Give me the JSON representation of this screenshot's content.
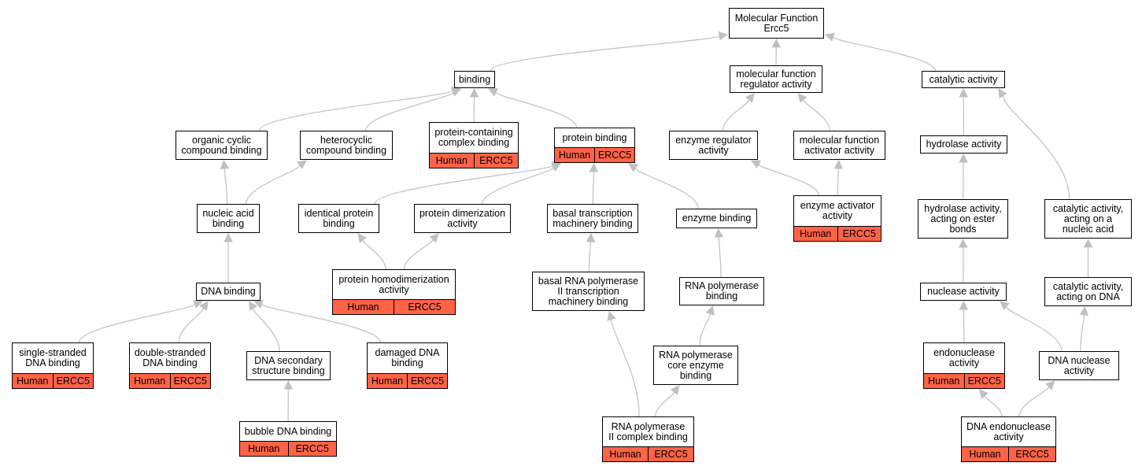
{
  "graph": {
    "annotation_color": "#ff6347",
    "edge_color": "#c0c0c0",
    "nodes": [
      {
        "id": "mf",
        "label": "Molecular Function\nErcc5"
      },
      {
        "id": "binding",
        "label": "binding"
      },
      {
        "id": "mfreg",
        "label": "molecular function\nregulator activity"
      },
      {
        "id": "catalytic",
        "label": "catalytic activity"
      },
      {
        "id": "ocb",
        "label": "organic cyclic\ncompound binding"
      },
      {
        "id": "hcb",
        "label": "heterocyclic\ncompound binding"
      },
      {
        "id": "pccb",
        "label": "protein-containing\ncomplex binding",
        "annotation": [
          "Human",
          "ERCC5"
        ]
      },
      {
        "id": "pb",
        "label": "protein binding",
        "annotation": [
          "Human",
          "ERCC5"
        ]
      },
      {
        "id": "era",
        "label": "enzyme regulator\nactivity"
      },
      {
        "id": "mfaa",
        "label": "molecular function\nactivator activity"
      },
      {
        "id": "hydro",
        "label": "hydrolase activity"
      },
      {
        "id": "nab",
        "label": "nucleic acid\nbinding"
      },
      {
        "id": "ipb",
        "label": "identical protein\nbinding"
      },
      {
        "id": "pda",
        "label": "protein dimerization\nactivity"
      },
      {
        "id": "btmb",
        "label": "basal transcription\nmachinery binding"
      },
      {
        "id": "eb",
        "label": "enzyme binding"
      },
      {
        "id": "eaa",
        "label": "enzyme activator\nactivity",
        "annotation": [
          "Human",
          "ERCC5"
        ]
      },
      {
        "id": "haeb",
        "label": "hydrolase activity,\nacting on ester\nbonds"
      },
      {
        "id": "cana",
        "label": "catalytic activity,\nacting on a\nnucleic acid"
      },
      {
        "id": "dnab",
        "label": "DNA binding"
      },
      {
        "id": "phda",
        "label": "protein homodimerization\nactivity",
        "annotation": [
          "Human",
          "ERCC5"
        ]
      },
      {
        "id": "brnap",
        "label": "basal RNA polymerase\nII transcription\nmachinery binding"
      },
      {
        "id": "rnapb",
        "label": "RNA polymerase\nbinding"
      },
      {
        "id": "nuc",
        "label": "nuclease activity"
      },
      {
        "id": "cadna",
        "label": "catalytic activity,\nacting on DNA"
      },
      {
        "id": "ssdna",
        "label": "single-stranded\nDNA binding",
        "annotation": [
          "Human",
          "ERCC5"
        ]
      },
      {
        "id": "dsdna",
        "label": "double-stranded\nDNA binding",
        "annotation": [
          "Human",
          "ERCC5"
        ]
      },
      {
        "id": "dnass",
        "label": "DNA secondary\nstructure binding"
      },
      {
        "id": "ddna",
        "label": "damaged DNA\nbinding",
        "annotation": [
          "Human",
          "ERCC5"
        ]
      },
      {
        "id": "rnapce",
        "label": "RNA polymerase\ncore enzyme\nbinding"
      },
      {
        "id": "endo",
        "label": "endonuclease\nactivity",
        "annotation": [
          "Human",
          "ERCC5"
        ]
      },
      {
        "id": "dnanuc",
        "label": "DNA nuclease\nactivity"
      },
      {
        "id": "bubble",
        "label": "bubble DNA binding",
        "annotation": [
          "Human",
          "ERCC5"
        ]
      },
      {
        "id": "rnap2",
        "label": "RNA polymerase\nII complex binding",
        "annotation": [
          "Human",
          "ERCC5"
        ]
      },
      {
        "id": "dnaendo",
        "label": "DNA endonuclease\nactivity",
        "annotation": [
          "Human",
          "ERCC5"
        ]
      }
    ],
    "edges": [
      {
        "from": "binding",
        "to": "mf"
      },
      {
        "from": "mfreg",
        "to": "mf"
      },
      {
        "from": "catalytic",
        "to": "mf"
      },
      {
        "from": "ocb",
        "to": "binding"
      },
      {
        "from": "hcb",
        "to": "binding"
      },
      {
        "from": "pccb",
        "to": "binding"
      },
      {
        "from": "pb",
        "to": "binding"
      },
      {
        "from": "era",
        "to": "mfreg"
      },
      {
        "from": "mfaa",
        "to": "mfreg"
      },
      {
        "from": "hydro",
        "to": "catalytic"
      },
      {
        "from": "cana",
        "to": "catalytic"
      },
      {
        "from": "nab",
        "to": "ocb"
      },
      {
        "from": "nab",
        "to": "hcb"
      },
      {
        "from": "ipb",
        "to": "pb"
      },
      {
        "from": "pda",
        "to": "pb"
      },
      {
        "from": "btmb",
        "to": "pb"
      },
      {
        "from": "eb",
        "to": "pb"
      },
      {
        "from": "eaa",
        "to": "era"
      },
      {
        "from": "eaa",
        "to": "mfaa"
      },
      {
        "from": "haeb",
        "to": "hydro"
      },
      {
        "from": "dnab",
        "to": "nab"
      },
      {
        "from": "phda",
        "to": "ipb"
      },
      {
        "from": "phda",
        "to": "pda"
      },
      {
        "from": "brnap",
        "to": "btmb"
      },
      {
        "from": "rnapb",
        "to": "eb"
      },
      {
        "from": "nuc",
        "to": "haeb"
      },
      {
        "from": "cadna",
        "to": "cana"
      },
      {
        "from": "ssdna",
        "to": "dnab"
      },
      {
        "from": "dsdna",
        "to": "dnab"
      },
      {
        "from": "dnass",
        "to": "dnab"
      },
      {
        "from": "ddna",
        "to": "dnab"
      },
      {
        "from": "rnapce",
        "to": "rnapb"
      },
      {
        "from": "endo",
        "to": "nuc"
      },
      {
        "from": "dnanuc",
        "to": "nuc"
      },
      {
        "from": "dnanuc",
        "to": "cadna"
      },
      {
        "from": "bubble",
        "to": "dnass"
      },
      {
        "from": "rnap2",
        "to": "brnap"
      },
      {
        "from": "rnap2",
        "to": "rnapce"
      },
      {
        "from": "dnaendo",
        "to": "endo"
      },
      {
        "from": "dnaendo",
        "to": "dnanuc"
      }
    ]
  }
}
